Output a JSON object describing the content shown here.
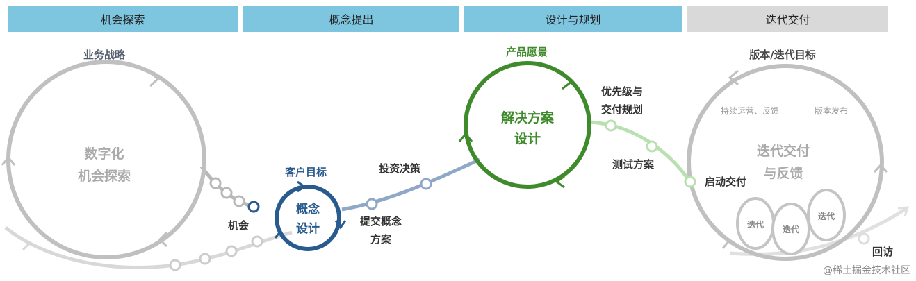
{
  "phases": [
    {
      "label": "机会探索"
    },
    {
      "label": "概念提出"
    },
    {
      "label": "设计与规划"
    },
    {
      "label": "迭代交付"
    }
  ],
  "loops": {
    "opportunity": {
      "title": "业务战略",
      "center_line1": "数字化",
      "center_line2": "机会探索"
    },
    "concept": {
      "title": "客户目标",
      "center_line1": "概念",
      "center_line2": "设计"
    },
    "solution": {
      "title": "产品愿景",
      "center_line1": "解决方案",
      "center_line2": "设计"
    },
    "delivery": {
      "title": "版本/迭代目标",
      "center_line1": "迭代交付",
      "center_line2": "与反馈",
      "left_note": "持续运营、反馈",
      "right_note": "版本发布",
      "iterations": [
        "迭代",
        "迭代",
        "迭代"
      ]
    }
  },
  "milestones": {
    "opportunity": "机会",
    "submit_line1": "提交概念",
    "submit_line2": "方案",
    "investment": "投资决策",
    "priority_line1": "优先级与",
    "priority_line2": "交付规划",
    "test_plan": "测试方案",
    "start_delivery": "启动交付",
    "revisit": "回访"
  },
  "colors": {
    "phase_blue": "#7ec6e0",
    "phase_grey": "#d9d9d9",
    "loop_grey": "#c0c0c0",
    "concept_blue": "#2a5b8f",
    "solution_green": "#3f8b2c",
    "green_light": "#b9e0b0",
    "blue_light": "#8fa8c8"
  },
  "watermark": "@稀土掘金技术社区"
}
